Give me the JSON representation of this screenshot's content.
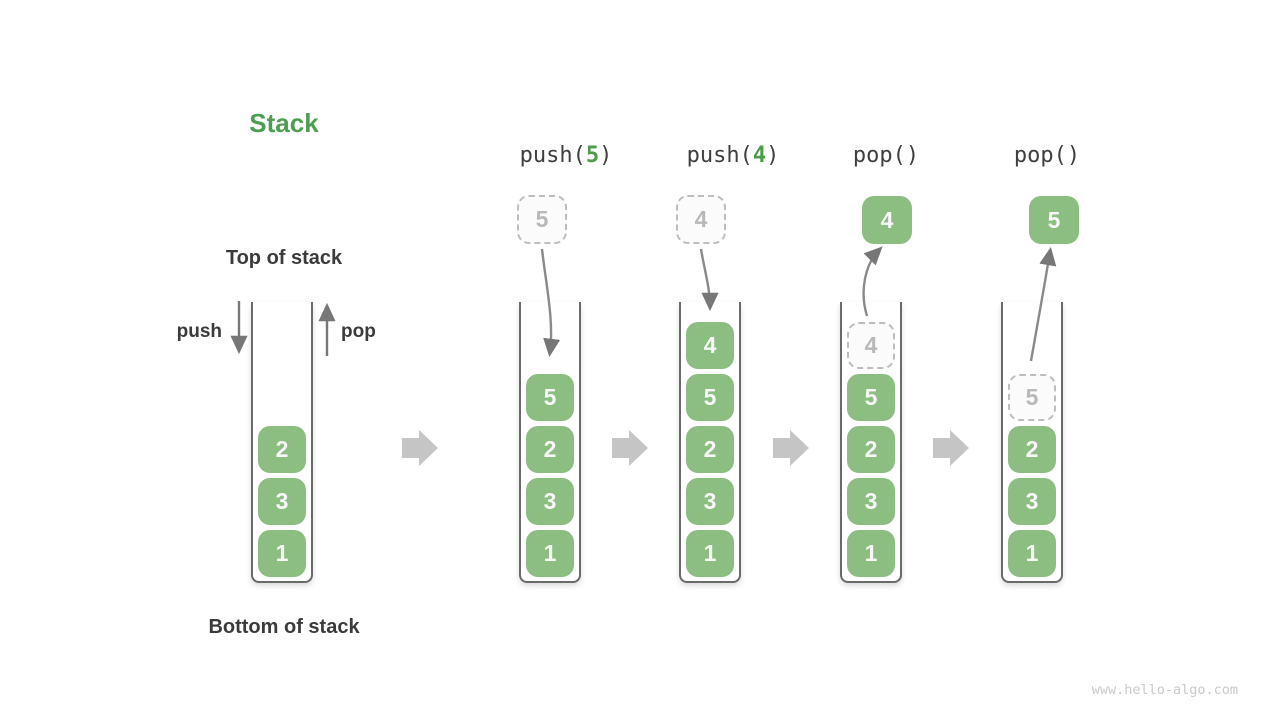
{
  "title": "Stack",
  "labels": {
    "top": "Top of stack",
    "bottom": "Bottom of stack",
    "push": "push",
    "pop": "pop"
  },
  "watermark": "www.hello-algo.com",
  "colors": {
    "element_green": "#8CBE82",
    "title_green": "#4D9E50",
    "arg_green": "#4C9B45",
    "text_dark": "#3B3B3B",
    "thin_arrow_gray": "#777777",
    "block_arrow_gray": "#C5C5C5",
    "dashed_border_gray": "#BDBDBD",
    "dashed_text_gray": "#B8B8B8"
  },
  "initial_stack": {
    "items": [
      {
        "value": "2"
      },
      {
        "value": "3"
      },
      {
        "value": "1"
      }
    ]
  },
  "operations": [
    {
      "call_prefix": "push(",
      "arg": "5",
      "call_suffix": ")",
      "floating": {
        "value": "5",
        "kind": "dashed"
      },
      "stack": [
        {
          "value": "5"
        },
        {
          "value": "2"
        },
        {
          "value": "3"
        },
        {
          "value": "1"
        }
      ]
    },
    {
      "call_prefix": "push(",
      "arg": "4",
      "call_suffix": ")",
      "floating": {
        "value": "4",
        "kind": "dashed"
      },
      "stack": [
        {
          "value": "4"
        },
        {
          "value": "5"
        },
        {
          "value": "2"
        },
        {
          "value": "3"
        },
        {
          "value": "1"
        }
      ]
    },
    {
      "call_prefix": "pop()",
      "arg": "",
      "call_suffix": "",
      "floating": {
        "value": "4",
        "kind": "solid"
      },
      "stack": [
        {
          "value": "4",
          "kind": "dashed"
        },
        {
          "value": "5"
        },
        {
          "value": "2"
        },
        {
          "value": "3"
        },
        {
          "value": "1"
        }
      ]
    },
    {
      "call_prefix": "pop()",
      "arg": "",
      "call_suffix": "",
      "floating": {
        "value": "5",
        "kind": "solid"
      },
      "stack": [
        {
          "value": "5",
          "kind": "dashed"
        },
        {
          "value": "2"
        },
        {
          "value": "3"
        },
        {
          "value": "1"
        }
      ]
    }
  ]
}
